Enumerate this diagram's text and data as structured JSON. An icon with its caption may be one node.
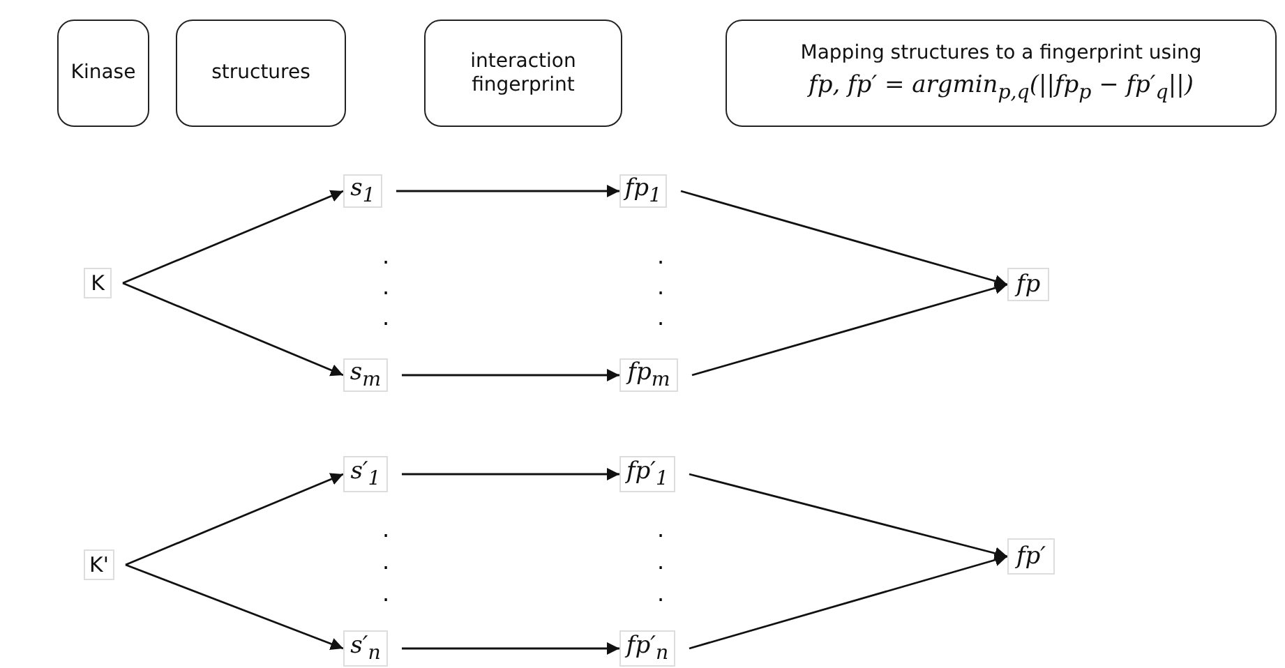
{
  "diagram": {
    "nodes": [
      {
        "text": [
          "Kinase"
        ]
      },
      {
        "text": [
          "structures"
        ]
      },
      {
        "text": [
          "interaction fingerprint"
        ]
      },
      {
        "text": [
          "Mapping structures to a fingerprint using",
          "fp, fp′ = argmin$_{p,q}$(||fp$_{p}$ − fp′$_{q}$||)"
        ]
      },
      {
        "text": [
          "K"
        ]
      },
      {
        "text": [
          "s$_{1}$"
        ]
      },
      {
        "text": [
          "s$_{m}$"
        ]
      },
      {
        "text": [
          "fp$_{1}$"
        ]
      },
      {
        "text": [
          "fp$_{m}$"
        ]
      },
      {
        "text": [
          "fp"
        ]
      },
      {
        "text": [
          "K'"
        ]
      },
      {
        "text": [
          "s′$_{1}$"
        ]
      },
      {
        "text": [
          "s′$_{n}$"
        ]
      },
      {
        "text": [
          "fp′$_{1}$"
        ]
      },
      {
        "text": [
          "fp′$_{n}$"
        ]
      },
      {
        "text": [
          "fp′"
        ]
      }
    ],
    "edges": [
      {
        "from": 4,
        "to": 5,
        "arrow": "to"
      },
      {
        "from": 4,
        "to": 6,
        "arrow": "to"
      },
      {
        "from": 5,
        "to": 7,
        "arrow": "to"
      },
      {
        "from": 6,
        "to": 8,
        "arrow": "to"
      },
      {
        "from": 7,
        "to": 9,
        "arrow": "to"
      },
      {
        "from": 8,
        "to": 9,
        "arrow": "to"
      },
      {
        "from": 10,
        "to": 11,
        "arrow": "to"
      },
      {
        "from": 10,
        "to": 12,
        "arrow": "to"
      },
      {
        "from": 11,
        "to": 13,
        "arrow": "to"
      },
      {
        "from": 12,
        "to": 14,
        "arrow": "to"
      },
      {
        "from": 13,
        "to": 15,
        "arrow": "to"
      },
      {
        "from": 14,
        "to": 15,
        "arrow": "to"
      }
    ],
    "labels": [
      ".",
      ".",
      ".",
      ".",
      ".",
      ".",
      ".",
      ".",
      ".",
      ".",
      ".",
      "."
    ]
  }
}
